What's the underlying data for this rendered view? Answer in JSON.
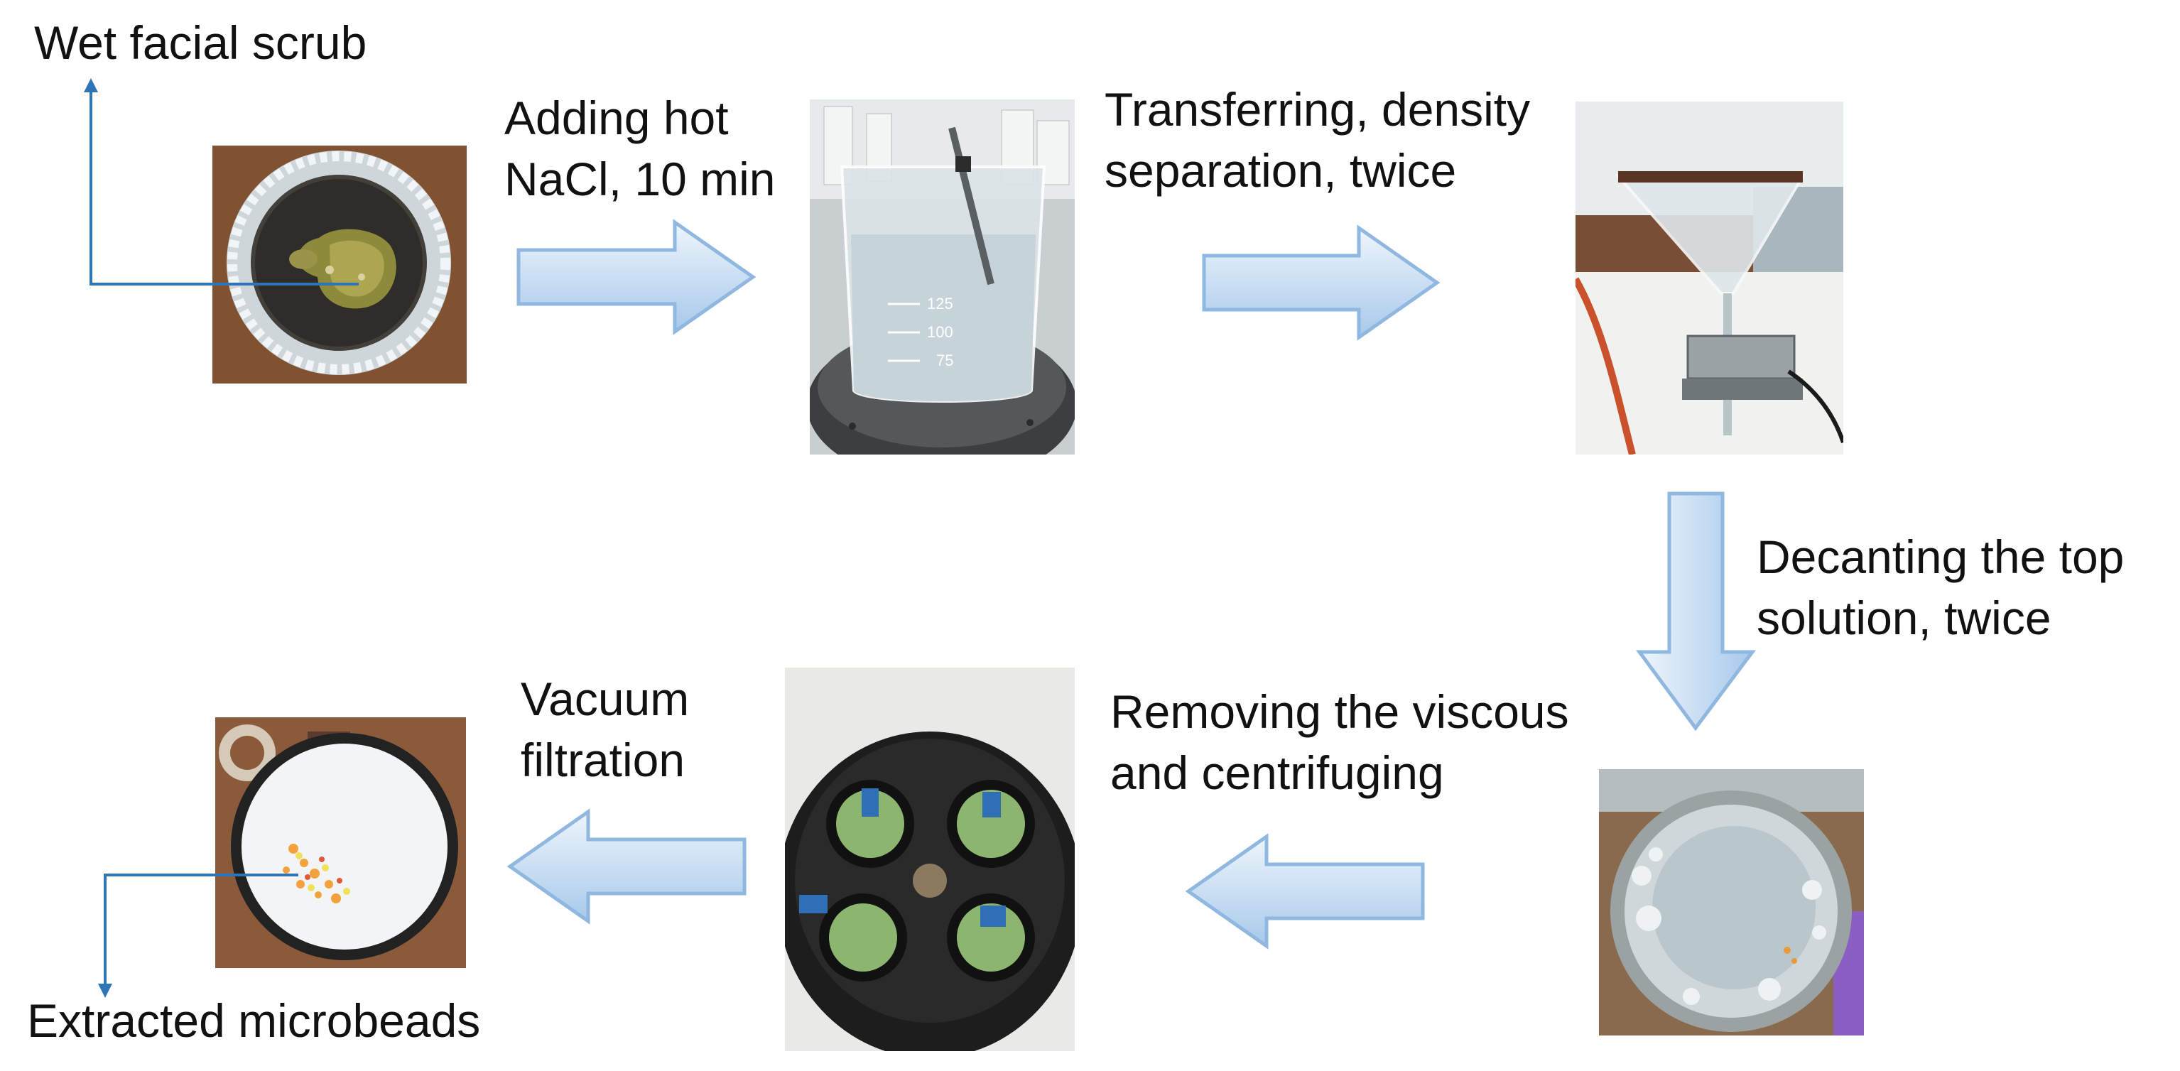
{
  "labels": {
    "wet_scrub": "Wet facial scrub",
    "step1": [
      "Adding hot",
      "NaCl, 10 min"
    ],
    "step2": [
      "Transferring, density",
      "separation, twice"
    ],
    "step3": [
      "Decanting the top",
      "solution, twice"
    ],
    "step4": [
      "Removing the viscous",
      "and centrifuging"
    ],
    "step5": [
      "Vacuum",
      "filtration"
    ],
    "extracted": "Extracted microbeads"
  },
  "colors": {
    "arrow_fill_light": "#eaf2fb",
    "arrow_fill_dark": "#9dc3e6",
    "arrow_stroke": "#8fb7e0",
    "pointer_line": "#2e75b6"
  },
  "photos": [
    {
      "name": "facial-scrub-dish-photo"
    },
    {
      "name": "beaker-hot-nacl-photo"
    },
    {
      "name": "separating-funnel-photo"
    },
    {
      "name": "decanted-solution-dish-photo"
    },
    {
      "name": "centrifuge-rotor-photo"
    },
    {
      "name": "vacuum-filter-microbeads-photo"
    }
  ]
}
